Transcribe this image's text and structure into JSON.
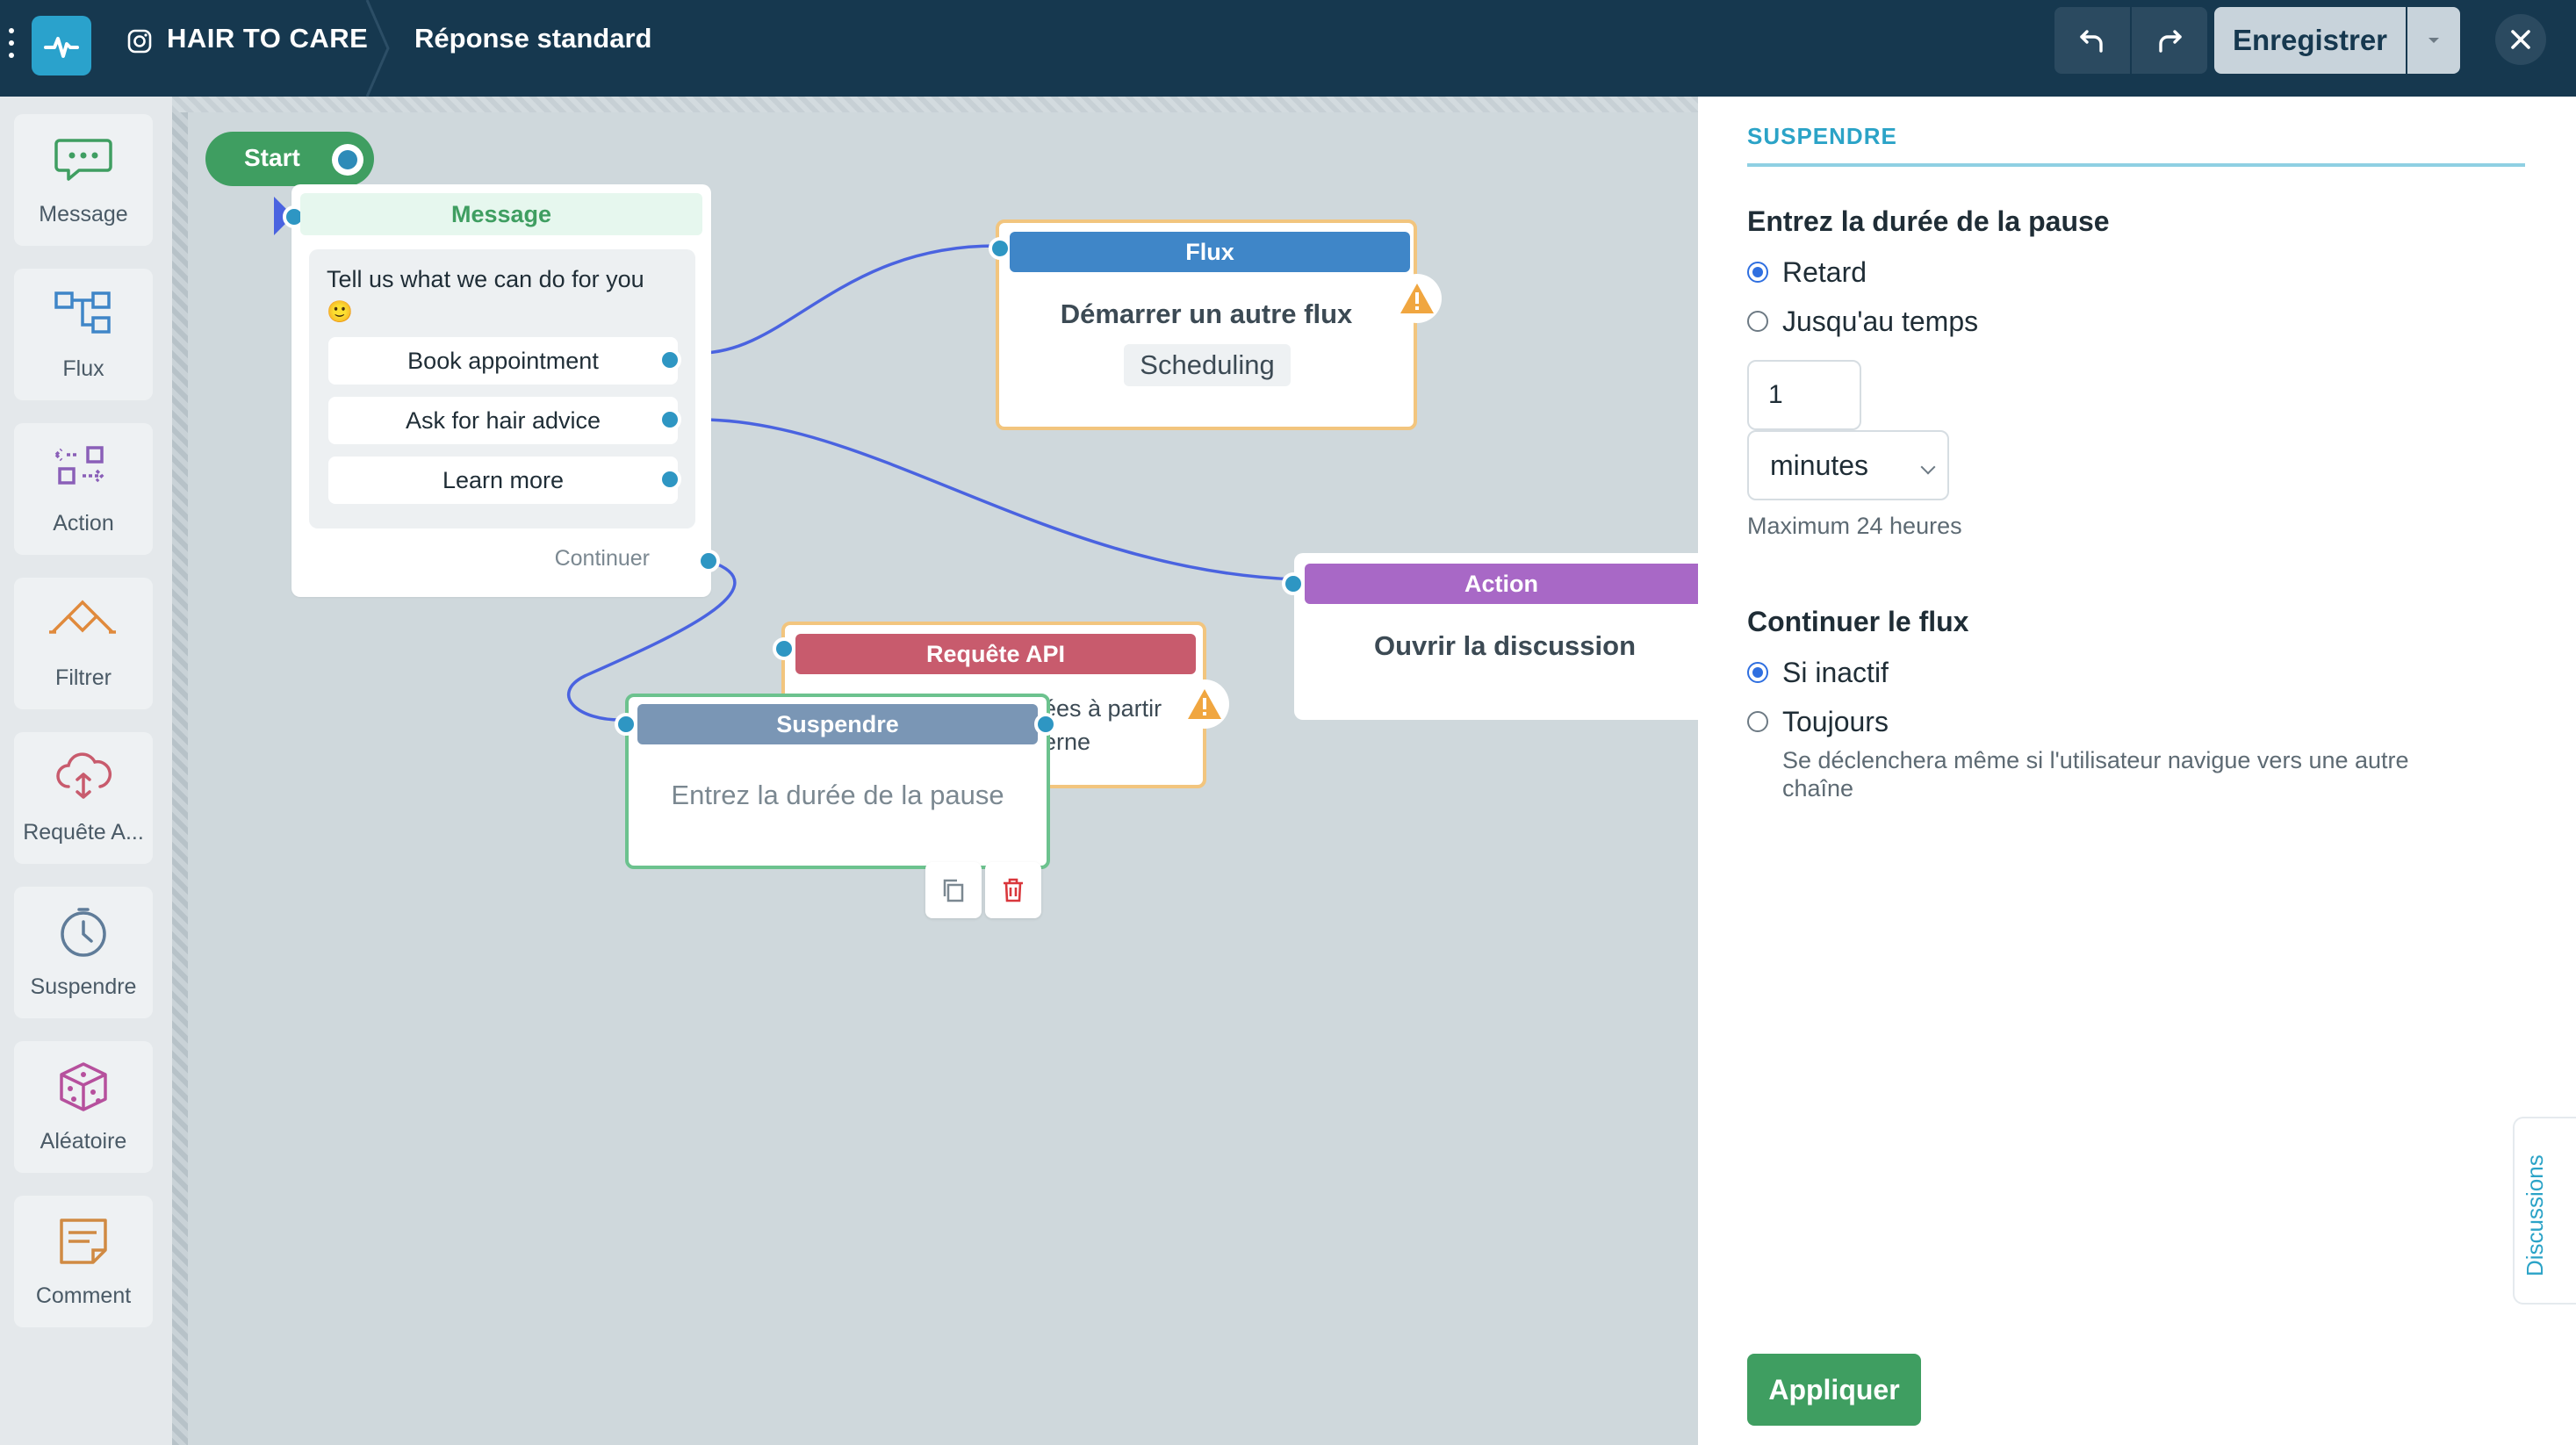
{
  "header": {
    "brand_name": "HAIR TO CARE",
    "title": "Réponse standard",
    "save_label": "Enregistrer"
  },
  "palette": {
    "items": [
      {
        "label": "Message",
        "icon": "chat-bubble-icon"
      },
      {
        "label": "Flux",
        "icon": "flow-icon"
      },
      {
        "label": "Action",
        "icon": "action-icon"
      },
      {
        "label": "Filtrer",
        "icon": "filter-icon"
      },
      {
        "label": "Requête A...",
        "icon": "cloud-api-icon"
      },
      {
        "label": "Suspendre",
        "icon": "clock-icon"
      },
      {
        "label": "Aléatoire",
        "icon": "dice-icon"
      },
      {
        "label": "Comment",
        "icon": "note-icon"
      }
    ]
  },
  "canvas": {
    "start_label": "Start",
    "message_node": {
      "header": "Message",
      "text": "Tell us what we can do for you",
      "emoji": "🙂",
      "quick_replies": [
        "Book appointment",
        "Ask for hair advice",
        "Learn more"
      ],
      "continue_label": "Continuer"
    },
    "flux_node": {
      "header": "Flux",
      "title": "Démarrer un autre flux",
      "subtitle": "Scheduling"
    },
    "action_node": {
      "header": "Action",
      "title": "Ouvrir la discussion"
    },
    "api_node": {
      "header": "Requête API",
      "text_line1": "ées à partir",
      "text_line2": "erne"
    },
    "pause_node": {
      "header": "Suspendre",
      "text": "Entrez la durée de la pause"
    }
  },
  "panel": {
    "tab_label": "SUSPENDRE",
    "duration_heading": "Entrez la durée de la pause",
    "duration_options": [
      "Retard",
      "Jusqu'au temps"
    ],
    "duration_selected": "Retard",
    "amount_value": "1",
    "unit_selected": "minutes",
    "max_hint": "Maximum 24 heures",
    "continue_heading": "Continuer le flux",
    "continue_options": [
      "Si inactif",
      "Toujours"
    ],
    "continue_selected": "Si inactif",
    "always_hint": "Se déclenchera même si l'utilisateur navigue vers une autre chaîne",
    "apply_label": "Appliquer",
    "discussions_tab": "Discussions"
  },
  "colors": {
    "topbar": "#16384f",
    "accent": "#2ba3c7",
    "message_green": "#3f9e61",
    "flux_blue": "#3f86c8",
    "action_purple": "#a868c6",
    "api_red": "#c85b6d",
    "pause_slate": "#7a96b5",
    "warning_orange": "#f0a640"
  }
}
